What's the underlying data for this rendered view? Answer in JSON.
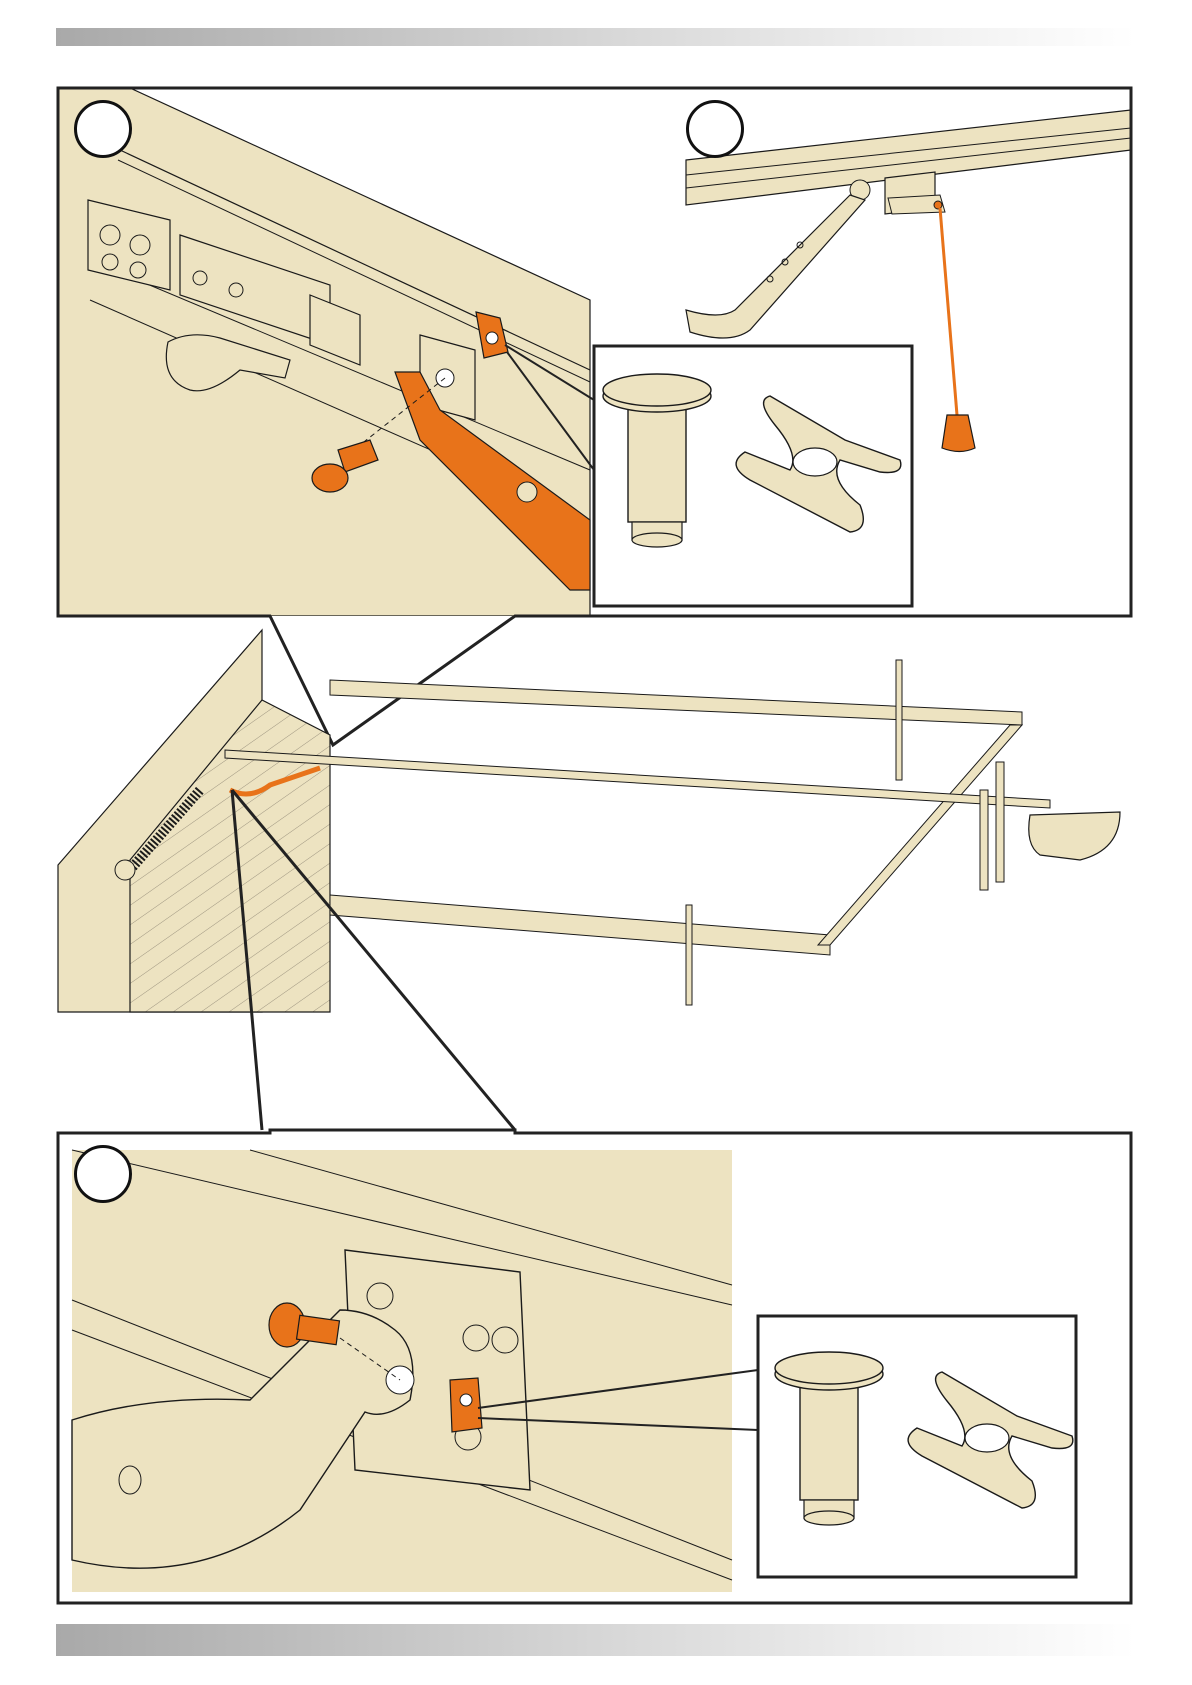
{
  "page": {
    "header_band": "",
    "footer_band": ""
  },
  "steps": [
    {
      "id": "step-1",
      "number": ""
    },
    {
      "id": "step-2",
      "number": ""
    },
    {
      "id": "step-3",
      "number": ""
    }
  ],
  "colors": {
    "part_fill": "#ede3c1",
    "highlight": "#e8731a",
    "outline": "#1a1a1a",
    "frame": "#222222"
  },
  "icons": [
    "clevis-pin-icon",
    "retaining-clip-icon",
    "release-handle-icon",
    "spring-icon",
    "opener-motor-icon"
  ]
}
